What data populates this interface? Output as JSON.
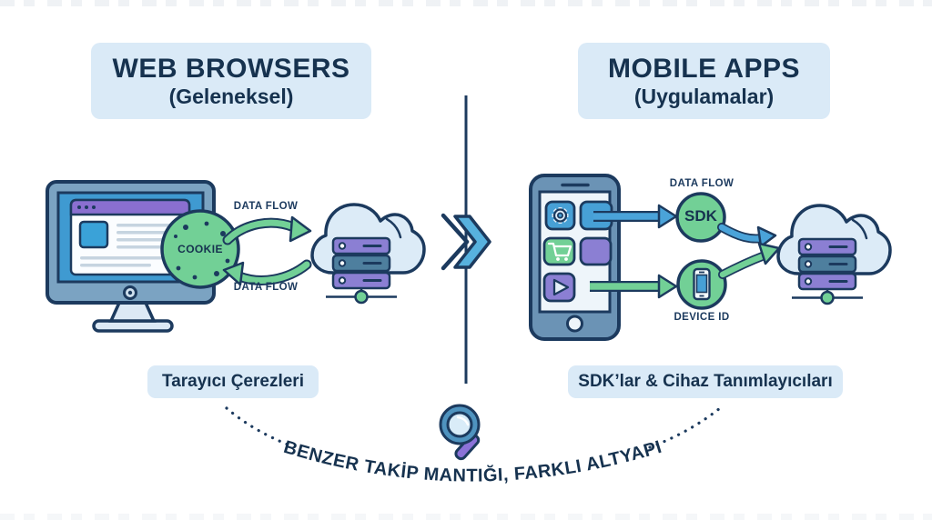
{
  "headers": {
    "left": {
      "title": "WEB BROWSERS",
      "subtitle": "(Geleneksel)"
    },
    "right": {
      "title": "MOBILE APPS",
      "subtitle": "(Uygulamalar)"
    }
  },
  "browser_side": {
    "cookie_label": "COOKIE",
    "data_flow_top": "DATA FLOW",
    "data_flow_bottom": "DATA FLOW",
    "caption": "Tarayıcı Çerezleri"
  },
  "mobile_side": {
    "data_flow": "DATA FLOW",
    "sdk_label": "SDK",
    "device_id_label": "DEVICE ID",
    "caption": "SDK’lar & Cihaz Tanımlayıcıları"
  },
  "footer": {
    "tagline": "BENZER TAKİP MANTIĞI, FARKLI ALTYAPI"
  },
  "icons": {
    "left": [
      "desktop-monitor-icon",
      "browser-window-icon",
      "cookie-icon",
      "cloud-server-icon"
    ],
    "divider": [
      "double-chevron-icon"
    ],
    "right": [
      "smartphone-icon",
      "gear-app-icon",
      "cart-app-icon",
      "play-app-icon",
      "sdk-circle-icon",
      "device-id-phone-icon",
      "cloud-server-icon"
    ],
    "footer": [
      "magnifier-icon"
    ]
  },
  "colors": {
    "navy": "#1c3a5e",
    "panel_blue": "#daeaf7",
    "green": "#72d096",
    "blue": "#47a0d6",
    "purple": "#8b7fd3",
    "steel_blue": "#6b93b5",
    "cloud_fill": "#dcebf7",
    "chevron_blue": "#57b1de"
  }
}
